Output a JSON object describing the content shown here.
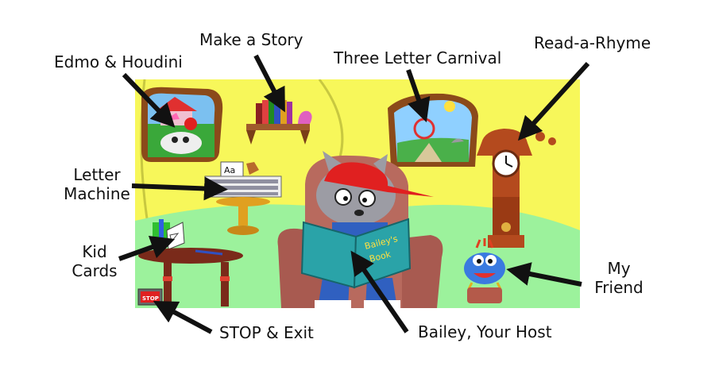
{
  "labels": {
    "edmo_houdini": "Edmo & Houdini",
    "make_a_story": "Make a Story",
    "three_letter_carnival": "Three Letter Carnival",
    "read_a_rhyme": "Read-a-Rhyme",
    "letter_machine_line1": "Letter",
    "letter_machine_line2": "Machine",
    "kid_cards_line1": "Kid",
    "kid_cards_line2": "Cards",
    "my_friend_line1": "My",
    "my_friend_line2": "Friend",
    "stop_exit": "STOP & Exit",
    "bailey_host": "Bailey, Your Host"
  },
  "scene": {
    "stop_sign_text": "STOP",
    "book_text_line1": "Bailey's",
    "book_text_line2": "Book",
    "letter_machine_card": "Aa",
    "colors": {
      "wall": "#f7f75a",
      "floor": "#9cf29c",
      "chair": "#b86a5e",
      "cat": "#9c9ca4",
      "cap": "#e02020",
      "book": "#2aa3a8",
      "clock": "#b44a1e",
      "friend": "#3a7ae0"
    }
  }
}
